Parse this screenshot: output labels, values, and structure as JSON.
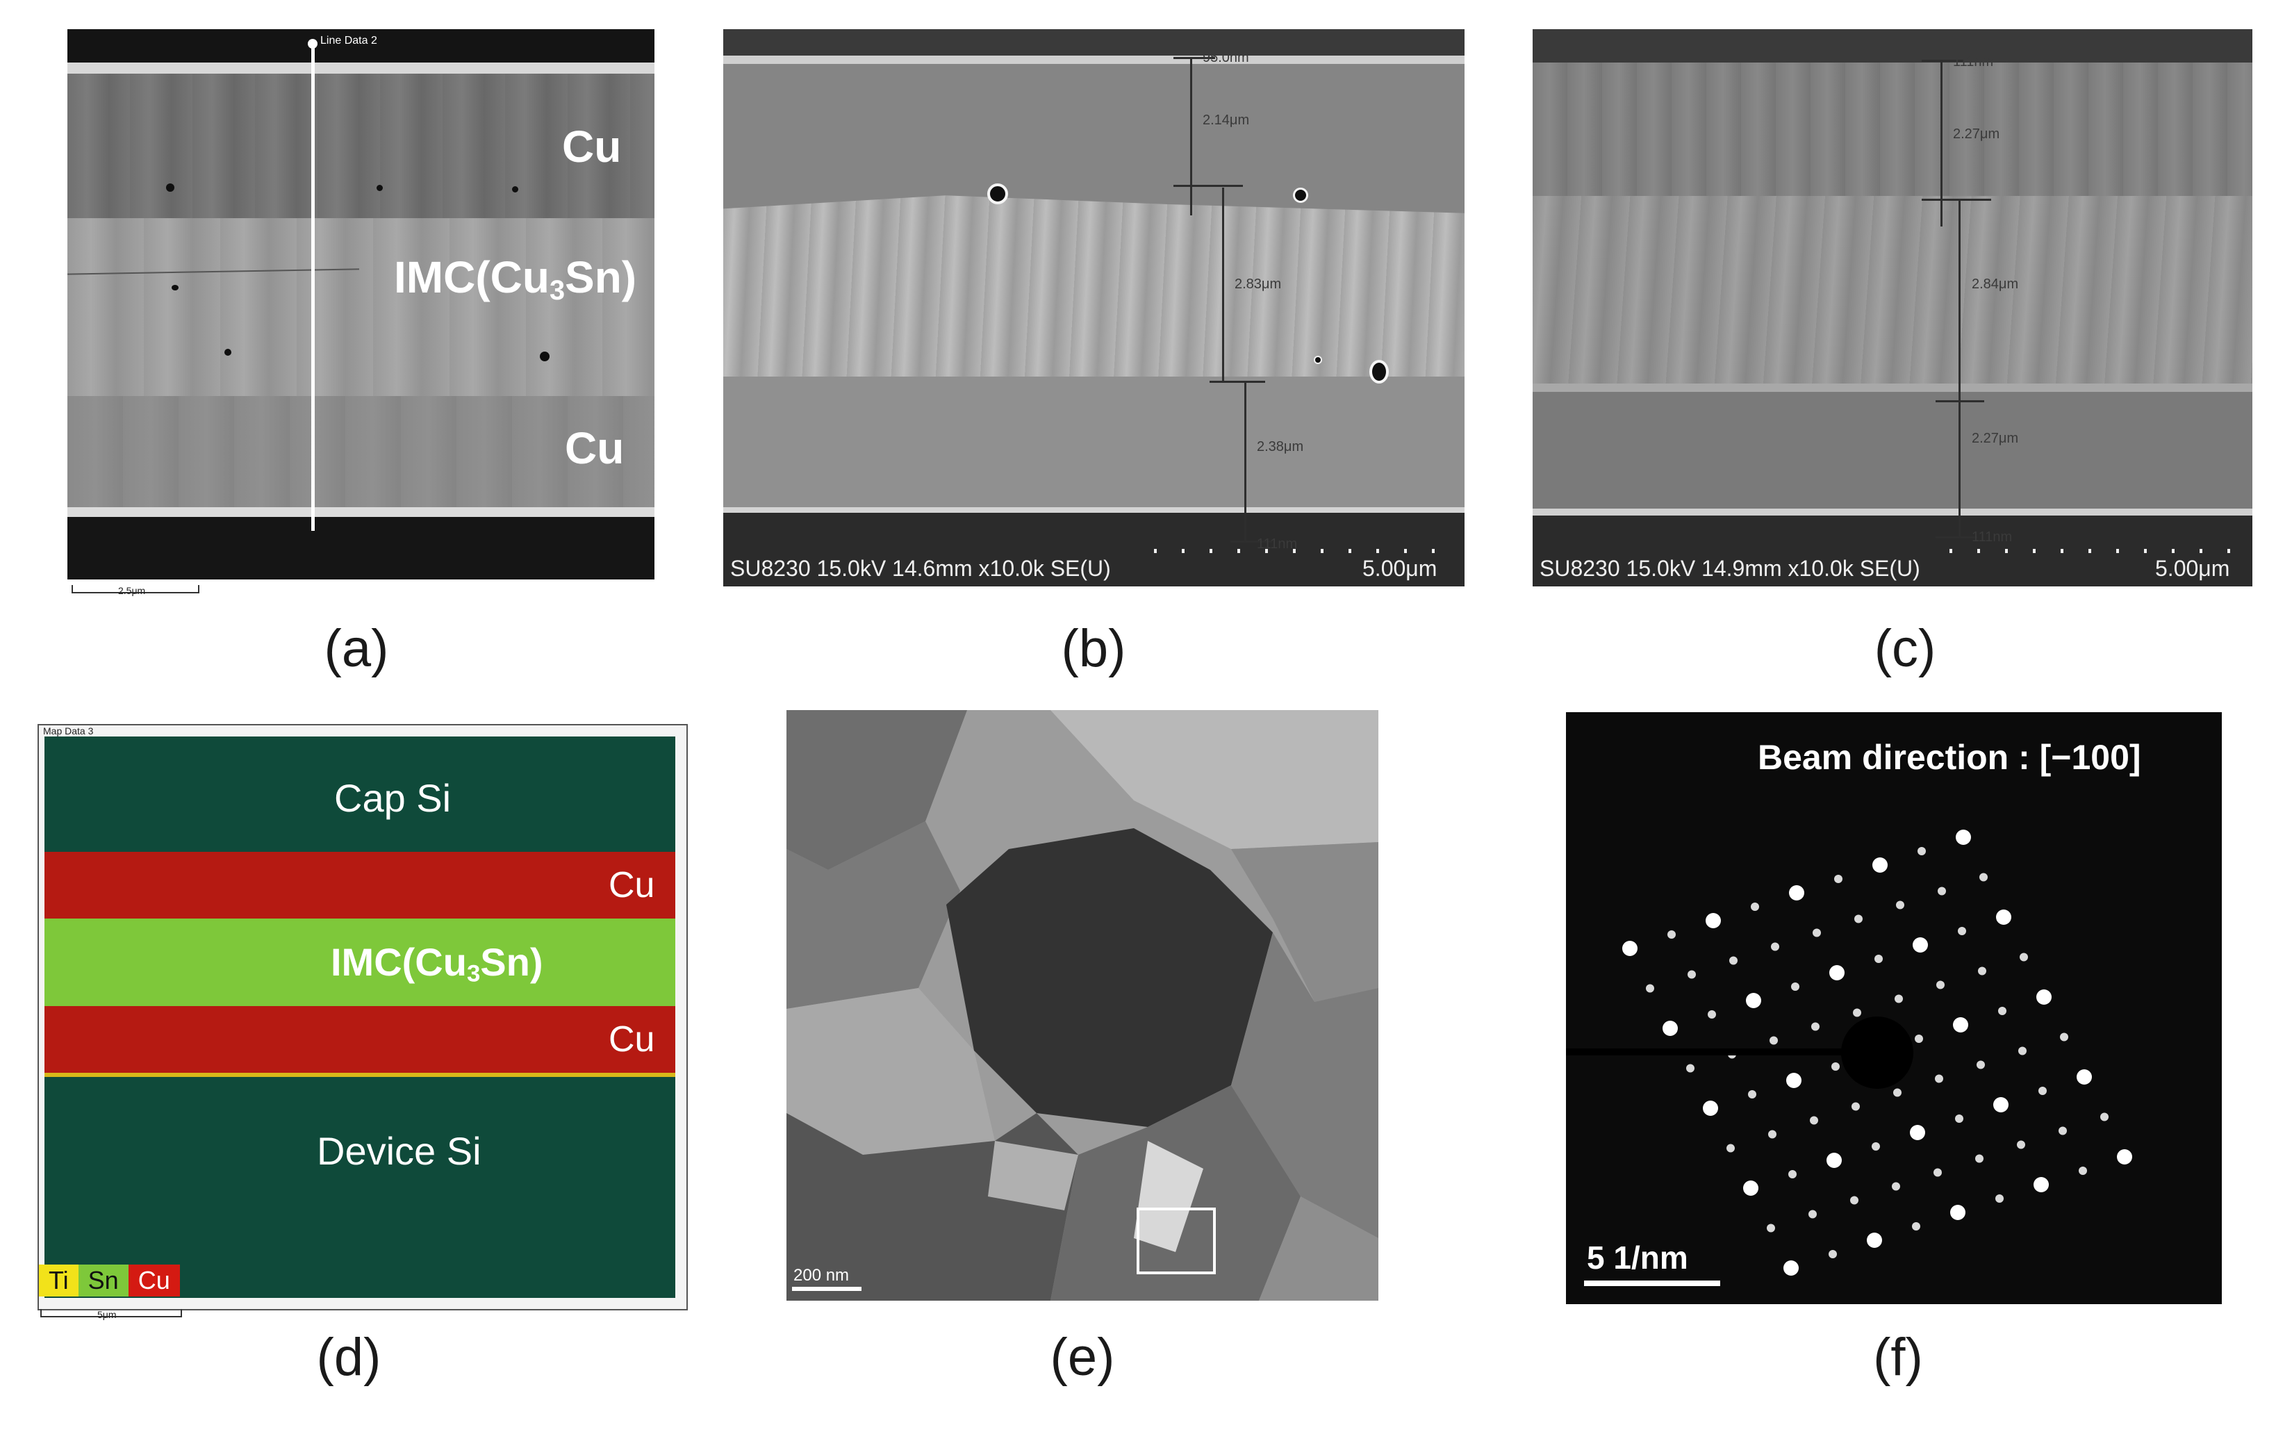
{
  "panel_a": {
    "caption": "(a)",
    "line_label": "Line Data 2",
    "top_layer": "Cu",
    "middle_layer_prefix": "IMC(Cu",
    "middle_layer_sub": "3",
    "middle_layer_suffix": "Sn)",
    "bottom_layer": "Cu",
    "scale_bar": "2.5μm"
  },
  "panel_b": {
    "caption": "(b)",
    "footer_info": "SU8230 15.0kV 14.6mm x10.0k SE(U)",
    "scale_text": "5.00μm",
    "meas_top": "95.0nm",
    "meas_1": "2.14μm",
    "meas_2": "2.83μm",
    "meas_3": "2.38μm",
    "meas_bottom": "111nm"
  },
  "panel_c": {
    "caption": "(c)",
    "footer_info": "SU8230 15.0kV 14.9mm x10.0k SE(U)",
    "scale_text": "5.00μm",
    "meas_top": "111nm",
    "meas_1": "2.27μm",
    "meas_2": "2.84μm",
    "meas_3": "2.27μm",
    "meas_bottom": "111nm"
  },
  "panel_d": {
    "caption": "(d)",
    "map_label": "Map Data 3",
    "cap_si": "Cap Si",
    "cu_top": "Cu",
    "imc_prefix": "IMC(Cu",
    "imc_sub": "3",
    "imc_suffix": "Sn)",
    "cu_bottom": "Cu",
    "device_si": "Device Si",
    "legend": [
      "Ti",
      "Sn",
      "Cu"
    ],
    "scale_bar": "5μm",
    "colors": {
      "si": "#0f4a3a",
      "cu": "#b51a12",
      "sn": "#7ec83a",
      "ti": "#f2e21a"
    }
  },
  "panel_e": {
    "caption": "(e)",
    "scale_text": "200 nm"
  },
  "panel_f": {
    "caption": "(f)",
    "beam_direction": "Beam direction : [−100]",
    "scale_text": "5 1/nm"
  }
}
